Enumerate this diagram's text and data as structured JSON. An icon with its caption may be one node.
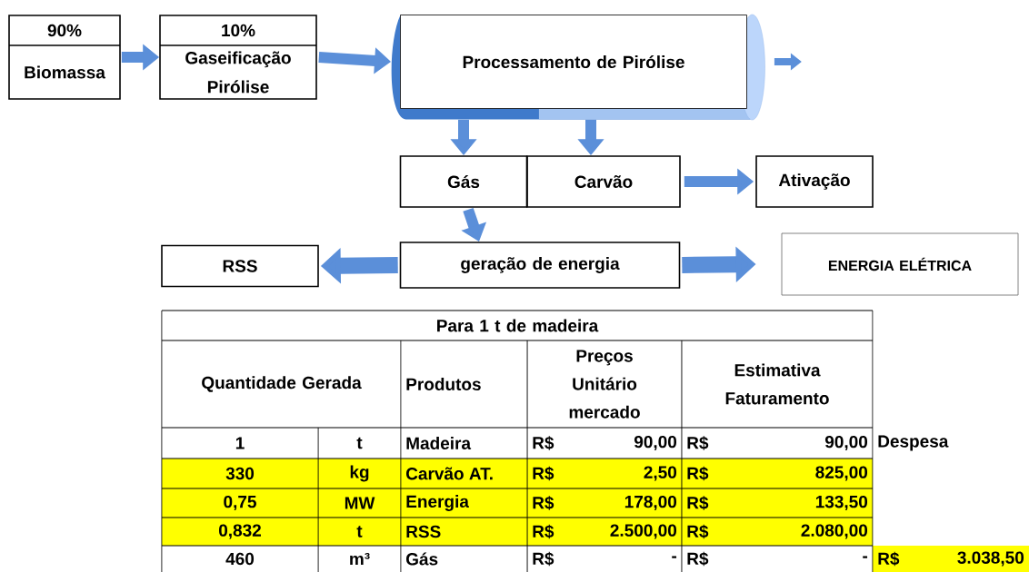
{
  "diagram": {
    "nodes": [
      {
        "text": [
          "90%",
          "Biomassa"
        ]
      },
      {
        "text": [
          "10%",
          "Gaseificação Pirólise"
        ]
      },
      {
        "text": [
          "Processamento de Pirólise"
        ]
      },
      {
        "text": [
          "Gás"
        ]
      },
      {
        "text": [
          "Carvão"
        ]
      },
      {
        "text": [
          "Ativação"
        ]
      },
      {
        "text": [
          "geração de energia"
        ]
      },
      {
        "text": [
          "RSS"
        ]
      },
      {
        "text": [
          "ENERGIA ELÉTRICA"
        ]
      }
    ],
    "edges": [
      {
        "from": 0,
        "to": 1,
        "arrow": "to"
      },
      {
        "from": 1,
        "to": 2,
        "arrow": "to"
      },
      {
        "from": 2,
        "to": null,
        "arrow": "to"
      },
      {
        "from": 2,
        "to": 3,
        "arrow": "to"
      },
      {
        "from": 2,
        "to": 4,
        "arrow": "to"
      },
      {
        "from": 4,
        "to": 5,
        "arrow": "to"
      },
      {
        "from": 3,
        "to": 6,
        "arrow": "to"
      },
      {
        "from": 6,
        "to": 7,
        "arrow": "to"
      },
      {
        "from": 6,
        "to": 8,
        "arrow": "to"
      }
    ],
    "labels": [
      "Para 1 t de madeira",
      "Quantidade Gerada",
      "Produtos",
      "Preços Unitário mercado",
      "Estimativa Faturamento",
      "1",
      "t",
      "Madeira",
      "R$",
      "90,00",
      "R$",
      "90,00",
      "Despesa",
      "330",
      "kg",
      "Carvão AT.",
      "R$",
      "2,50",
      "R$",
      "825,00",
      "0,75",
      "MW",
      "Energia",
      "R$",
      "178,00",
      "R$",
      "133,50",
      "0,832",
      "t",
      "RSS",
      "R$",
      "2.500,00",
      "R$",
      "2.080,00",
      "460",
      "m³",
      "Gás",
      "R$",
      "-",
      "R$",
      "-",
      "R$",
      "3.038,50"
    ]
  }
}
